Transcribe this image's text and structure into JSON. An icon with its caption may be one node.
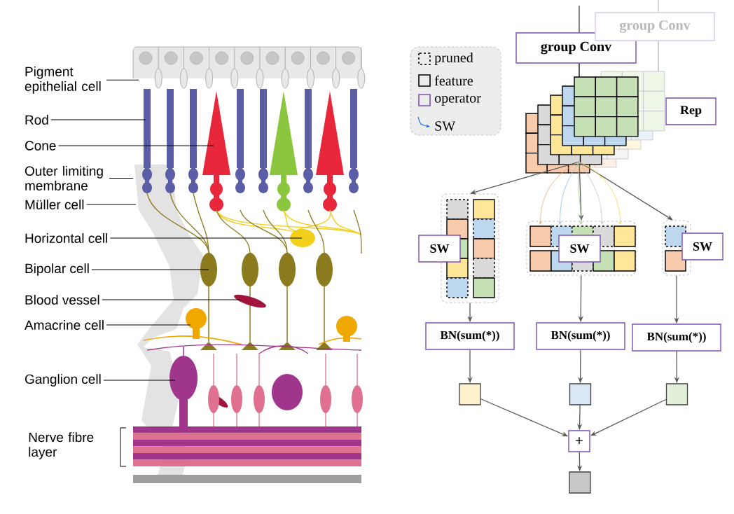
{
  "diagram": {
    "nodes": [
      {
        "text": [
          "Pigment epithelial cell"
        ]
      },
      {
        "text": [
          "Rod"
        ]
      },
      {
        "text": [
          "Cone"
        ]
      },
      {
        "text": [
          "Outer limiting membrane"
        ]
      },
      {
        "text": [
          "Müller cell"
        ]
      },
      {
        "text": [
          "Horizontal cell"
        ]
      },
      {
        "text": [
          "Bipolar cell"
        ]
      },
      {
        "text": [
          "Blood vessel"
        ]
      },
      {
        "text": [
          "Amacrine cell"
        ]
      },
      {
        "text": [
          "Ganglion cell"
        ]
      },
      {
        "text": [
          "group Conv"
        ]
      },
      {
        "text": [
          "group Conv"
        ]
      },
      {
        "text": [],
        "shape": "picture"
      },
      {
        "text": [
          "Rep"
        ]
      },
      {
        "text": [],
        "shape": "box"
      },
      {
        "text": [
          "SW"
        ]
      },
      {
        "text": [],
        "shape": "box"
      },
      {
        "text": [
          "SW"
        ],
        "in": 16
      },
      {
        "text": [],
        "shape": "box"
      },
      {
        "text": [
          "SW"
        ]
      },
      {
        "text": [
          "BN(sum(*))"
        ]
      },
      {
        "text": [
          "BN(sum(*))"
        ]
      },
      {
        "text": [
          "BN(sum(*))"
        ]
      },
      {
        "text": [],
        "shape": "box"
      },
      {
        "text": [],
        "shape": "box"
      },
      {
        "text": [],
        "shape": "box"
      },
      {
        "text": [
          "+"
        ]
      },
      {
        "text": [],
        "shape": "box"
      }
    ],
    "edges": [
      {
        "from": 0,
        "to": null,
        "arrow": "none",
        "color": "#000000"
      },
      {
        "from": 1,
        "to": null,
        "arrow": "none",
        "color": "#000000"
      },
      {
        "from": 2,
        "to": null,
        "arrow": "none",
        "color": "#000000"
      },
      {
        "from": 3,
        "to": null,
        "arrow": "none",
        "color": "#000000"
      },
      {
        "from": 4,
        "to": null,
        "arrow": "none",
        "color": "#000000"
      },
      {
        "from": 5,
        "to": null,
        "arrow": "none",
        "color": "#000000"
      },
      {
        "from": 6,
        "to": null,
        "arrow": "none",
        "color": "#000000"
      },
      {
        "from": 7,
        "to": null,
        "arrow": "none",
        "color": "#000000"
      },
      {
        "from": 8,
        "to": null,
        "arrow": "none",
        "color": "#000000"
      },
      {
        "from": 9,
        "to": null,
        "arrow": "none",
        "color": "#000000"
      },
      {
        "from": null,
        "to": 10,
        "arrow": "none",
        "color": "#000000"
      },
      {
        "from": 10,
        "to": 12,
        "arrow": "none",
        "color": "#000000"
      },
      {
        "from": 12,
        "to": 14,
        "arrow": "to"
      },
      {
        "from": 12,
        "to": 16,
        "arrow": "to"
      },
      {
        "from": 12,
        "to": 18,
        "arrow": "to"
      },
      {
        "from": 12,
        "to": 16,
        "arrow": "to",
        "color": "#f4b183"
      },
      {
        "from": 12,
        "to": 16,
        "arrow": "to",
        "color": "#9dc3e6"
      },
      {
        "from": 12,
        "to": 16,
        "arrow": "to",
        "color": "#a9d18e"
      },
      {
        "from": 12,
        "to": 16,
        "arrow": "to",
        "color": "#c9c9c9"
      },
      {
        "from": 12,
        "to": 16,
        "arrow": "to",
        "color": "#ffd966"
      },
      {
        "from": 14,
        "to": 20,
        "arrow": "to"
      },
      {
        "from": 16,
        "to": 21,
        "arrow": "to"
      },
      {
        "from": 18,
        "to": 22,
        "arrow": "to"
      },
      {
        "from": 20,
        "to": 23,
        "arrow": "to"
      },
      {
        "from": 21,
        "to": 24,
        "arrow": "to"
      },
      {
        "from": 22,
        "to": 25,
        "arrow": "to"
      },
      {
        "from": 23,
        "to": 26,
        "arrow": "to"
      },
      {
        "from": 24,
        "to": 26,
        "arrow": "to"
      },
      {
        "from": 25,
        "to": 26,
        "arrow": "to"
      },
      {
        "from": 26,
        "to": 27,
        "arrow": "to"
      },
      {
        "from": null,
        "to": 11,
        "arrow": "none",
        "color": "#b3b3b3"
      },
      {
        "from": 11,
        "to": 12,
        "arrow": "none",
        "color": "#b3b3b3"
      }
    ],
    "labels": [
      "Nerve fibre layer"
    ],
    "legend": [
      {
        "text": "pruned"
      },
      {
        "text": "feature"
      },
      {
        "text": "operator"
      },
      {
        "text": "SW"
      }
    ]
  }
}
